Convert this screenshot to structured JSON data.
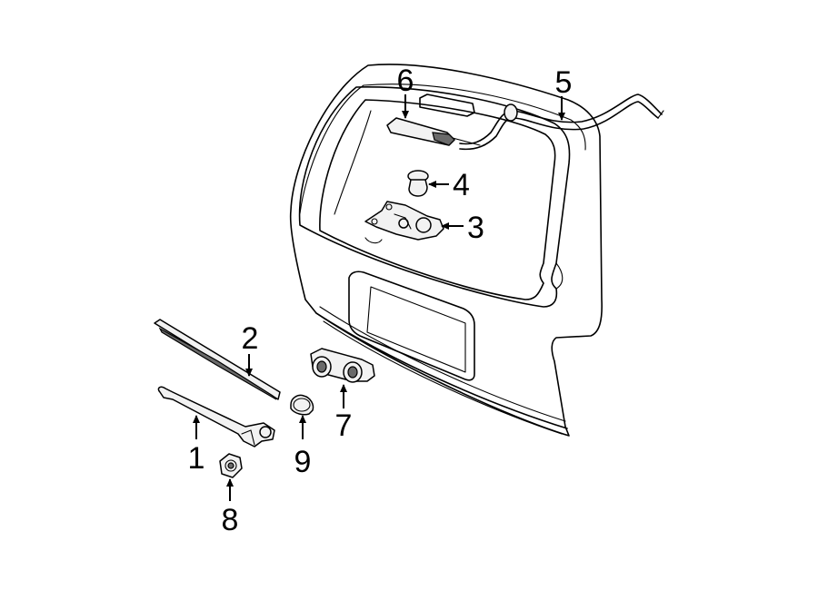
{
  "callouts": {
    "c1": "1",
    "c2": "2",
    "c3": "3",
    "c4": "4",
    "c5": "5",
    "c6": "6",
    "c7": "7",
    "c8": "8",
    "c9": "9"
  },
  "parts": [
    {
      "id": "1",
      "name": "wiper-arm-icon"
    },
    {
      "id": "2",
      "name": "wiper-blade-icon"
    },
    {
      "id": "3",
      "name": "wiper-motor-icon"
    },
    {
      "id": "4",
      "name": "grommet-icon"
    },
    {
      "id": "5",
      "name": "washer-hose-icon"
    },
    {
      "id": "6",
      "name": "washer-nozzle-icon"
    },
    {
      "id": "7",
      "name": "bracket-icon"
    },
    {
      "id": "8",
      "name": "nut-icon"
    },
    {
      "id": "9",
      "name": "cap-icon"
    }
  ]
}
